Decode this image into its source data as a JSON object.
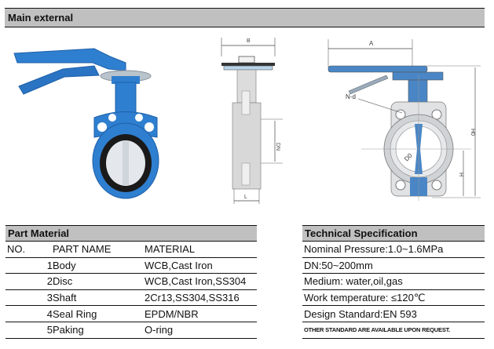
{
  "main_section": {
    "title": "Main external"
  },
  "figures": {
    "photo": {
      "label": "butterfly-valve-photo",
      "body_color": "#2f7fd0",
      "seat_color": "#1a1a1a",
      "disc_color": "#e4e8ec"
    },
    "side_drawing": {
      "dim_top": "B",
      "dim_side": "DN",
      "dim_bottom": "L"
    },
    "front_drawing": {
      "dim_top": "A",
      "dim_bolt": "N-d",
      "dim_bore": "D0",
      "dim_height_total": "H0",
      "dim_height": "H"
    }
  },
  "part_material": {
    "title": "Part Material",
    "columns": [
      "NO.",
      "PART NAME",
      "MATERIAL"
    ],
    "rows": [
      {
        "no": "1",
        "name": "Body",
        "material": "WCB,Cast Iron"
      },
      {
        "no": "2",
        "name": "Disc",
        "material": "WCB,Cast Iron,SS304"
      },
      {
        "no": "3",
        "name": "Shaft",
        "material": "2Cr13,SS304,SS316"
      },
      {
        "no": "4",
        "name": "Seal Ring",
        "material": "EPDM/NBR"
      },
      {
        "no": "5",
        "name": "Paking",
        "material": "O-ring"
      }
    ]
  },
  "technical_specification": {
    "title": "Technical Specification",
    "rows": [
      "Nominal Pressure:1.0~1.6MPa",
      "DN:50~200mm",
      "Medium: water,oil,gas",
      "Work temperature: ≤120℃",
      "Design Standard:EN 593"
    ],
    "note": "OTHER STANDARD ARE AVAILABLE UPON REQUEST."
  },
  "colors": {
    "header_bg": "#c0c0c0",
    "rule": "#111111",
    "valve_blue": "#2f7fd0",
    "drawing_blue": "#4a86c5",
    "drawing_gray": "#d0d3d6"
  }
}
